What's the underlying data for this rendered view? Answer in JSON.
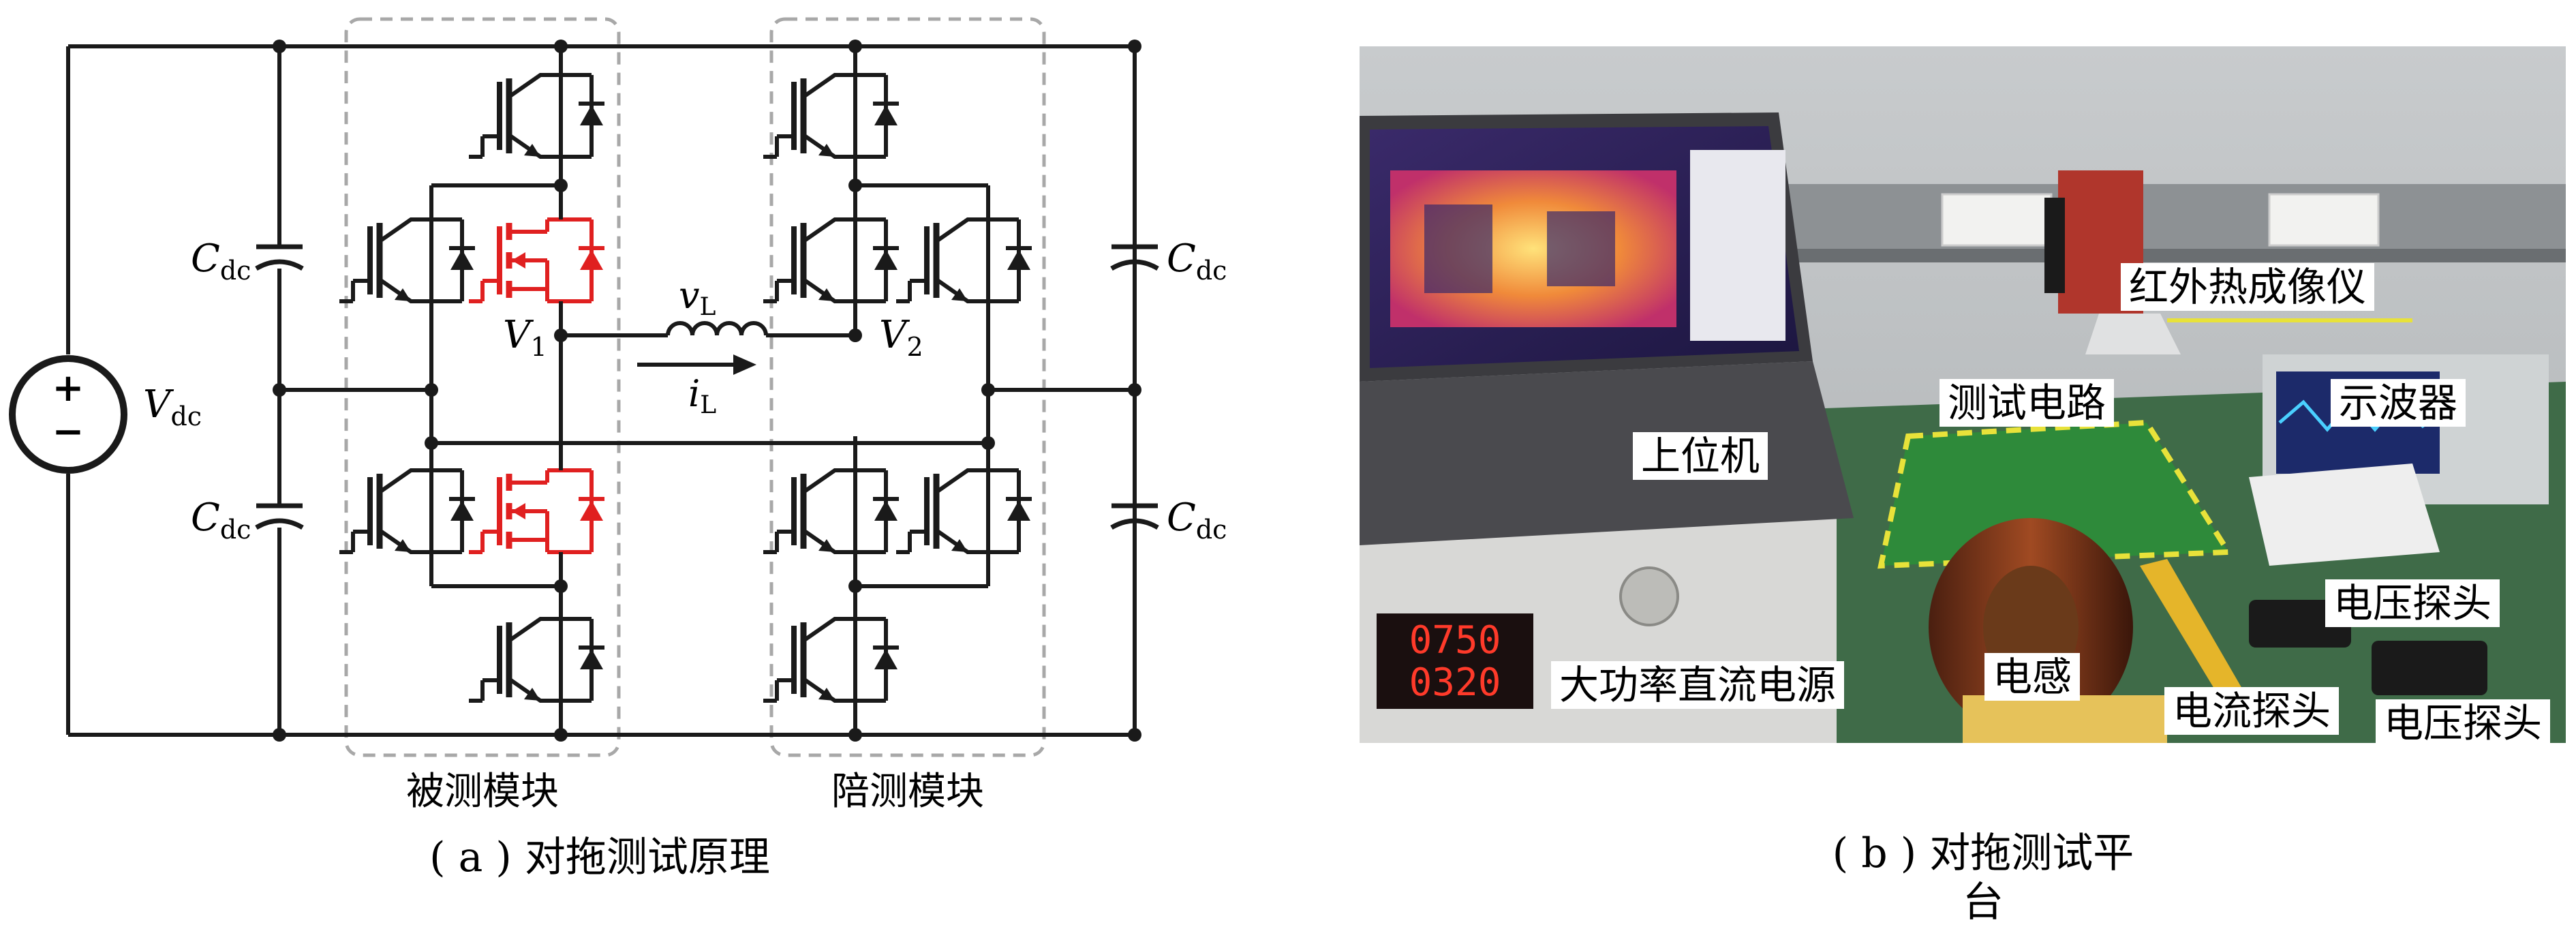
{
  "circuit": {
    "source_label_main": "V",
    "source_label_sub": "dc",
    "cap_label_main": "C",
    "cap_label_sub": "dc",
    "node1_main": "V",
    "node1_sub": "1",
    "node2_main": "V",
    "node2_sub": "2",
    "inductor_voltage_main": "v",
    "inductor_voltage_sub": "L",
    "inductor_current_main": "i",
    "inductor_current_sub": "L",
    "plus_sign": "+",
    "minus_sign": "−",
    "dut_module": "被测模块",
    "aux_module": "陪测模块",
    "caption": "( a ) 对拖测试原理"
  },
  "photo": {
    "caption": "( b ) 对拖测试平台",
    "labels": {
      "ir_camera": "红外热成像仪",
      "test_circuit": "测试电路",
      "oscilloscope": "示波器",
      "host_pc": "上位机",
      "voltage_probe_1": "电压探头",
      "inductor": "电感",
      "dc_source": "大功率直流电源",
      "current_probe": "电流探头",
      "voltage_probe_2": "电压探头"
    },
    "display_line1": "0750",
    "display_line2": "0320"
  },
  "colors": {
    "wire": "#1a1a1a",
    "mosfet": "#e02020",
    "module_border": "#a8a8a8",
    "highlight": "#e8e23a"
  }
}
